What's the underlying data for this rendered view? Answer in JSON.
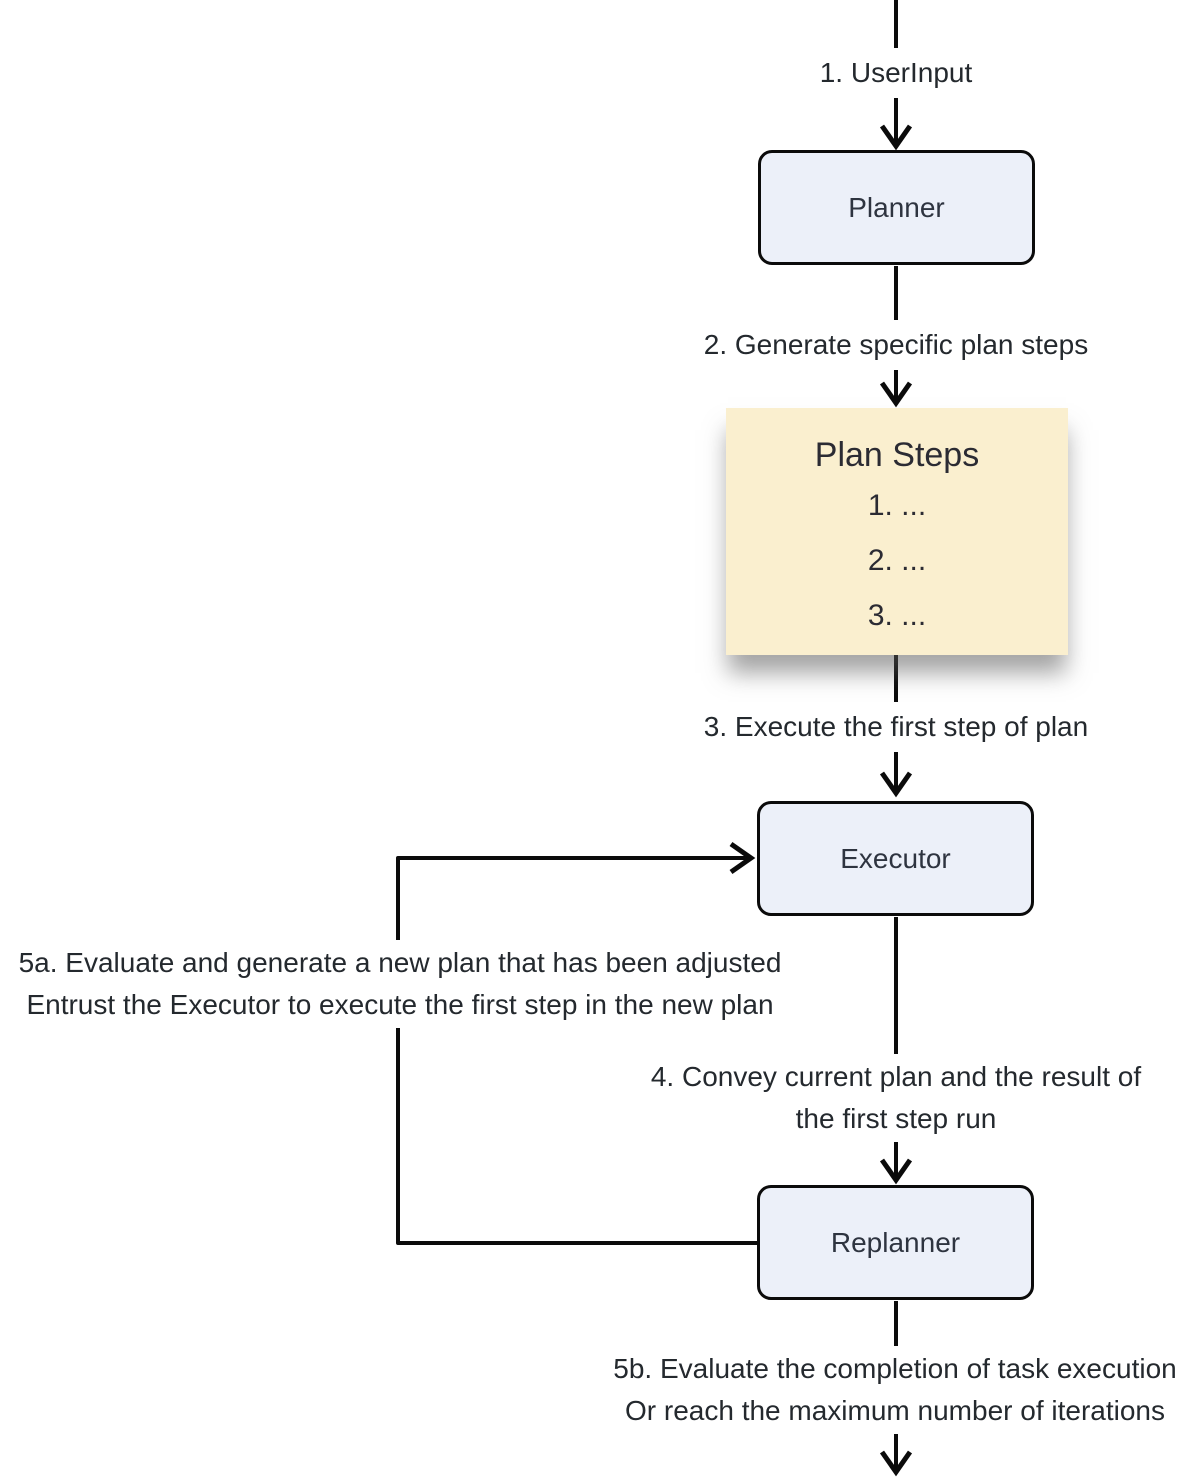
{
  "diagram": {
    "nodes": {
      "planner": {
        "label": "Planner"
      },
      "executor": {
        "label": "Executor"
      },
      "replanner": {
        "label": "Replanner"
      },
      "plan_steps": {
        "title": "Plan Steps",
        "items": [
          "1. ...",
          "2. ...",
          "3. ..."
        ]
      }
    },
    "edges": {
      "user_input": {
        "label": "1. UserInput"
      },
      "generate": {
        "label": "2. Generate specific plan steps"
      },
      "execute": {
        "label": "3. Execute the first step of plan"
      },
      "convey": {
        "line1": "4. Convey current plan and the result of",
        "line2": "the first step run"
      },
      "replan": {
        "line1": "5a. Evaluate and generate a new plan that has been adjusted",
        "line2": "Entrust the Executor to execute the first step in the new plan"
      },
      "finish": {
        "line1": "5b. Evaluate the completion of task execution",
        "line2": "Or reach the maximum number of iterations"
      }
    },
    "colors": {
      "node_fill": "#ecf0f9",
      "node_border": "#0b0b0b",
      "highlight_fill": "#faefcf",
      "edge_line": "#0b0b0b",
      "text": "#24292e"
    }
  }
}
